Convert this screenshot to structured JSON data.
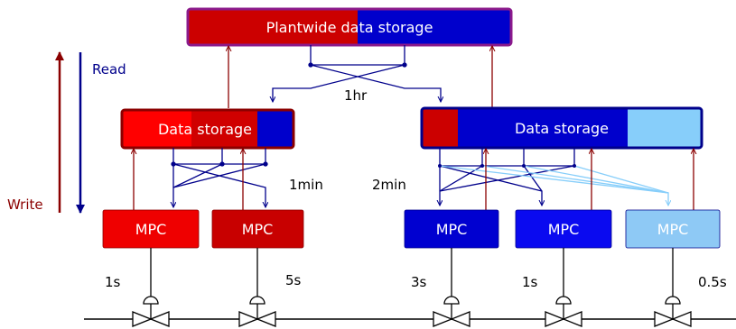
{
  "plant_storage": {
    "label": "Plantwide data storage"
  },
  "local_storage": [
    {
      "label": "Data storage"
    },
    {
      "label": "Data storage"
    }
  ],
  "controllers": [
    {
      "label": "MPC",
      "color": "#ef0000"
    },
    {
      "label": "MPC",
      "color": "#c80000"
    },
    {
      "label": "MPC",
      "color": "#0000d0"
    },
    {
      "label": "MPC",
      "color": "#0a0af0"
    },
    {
      "label": "MPC",
      "color": "#8ec9f5"
    }
  ],
  "sample_times": [
    "1s",
    "5s",
    "3s",
    "1s",
    "0.5s"
  ],
  "sync_intervals": {
    "plant": "1hr",
    "left": "1min",
    "right": "2min"
  },
  "legend": {
    "read": "Read",
    "write": "Write"
  },
  "colors": {
    "write": "#8b0000",
    "read": "#00008b",
    "light_read": "#87cefa",
    "plant_border": "#8b1a8b",
    "storage_border": "#8b0000",
    "right_storage_border": "#00008b",
    "red": "#dd0000",
    "dark_red": "#c00000",
    "blue": "#0000cc",
    "light_blue": "#8ec9f5"
  }
}
